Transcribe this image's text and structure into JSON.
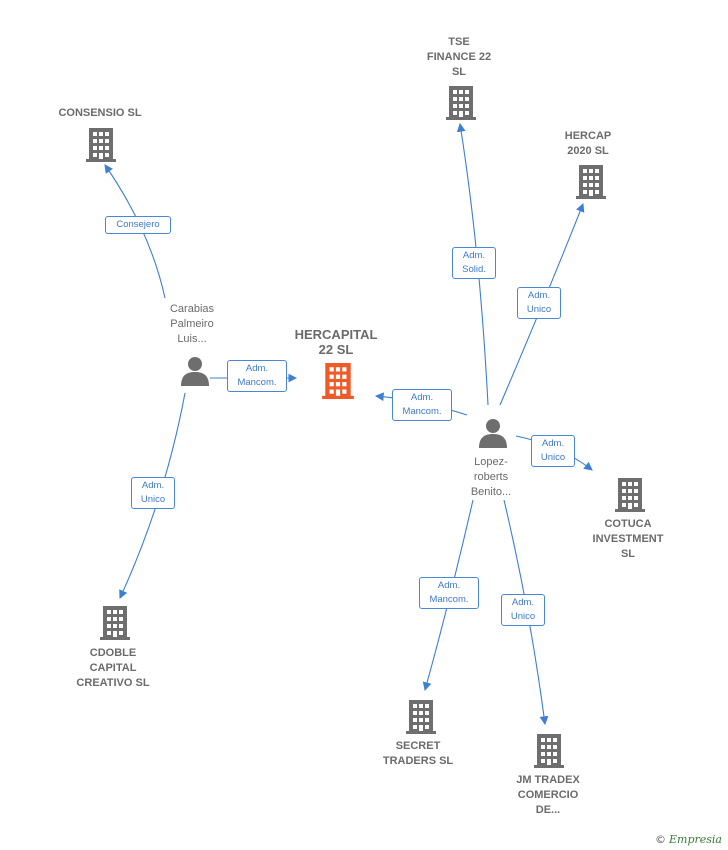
{
  "center": {
    "label": [
      "HERCAPITAL",
      "22  SL"
    ]
  },
  "companies": {
    "consensio": [
      "CONSENSIO SL"
    ],
    "tse": [
      "TSE",
      "FINANCE 22",
      "SL"
    ],
    "hercap": [
      "HERCAP",
      "2020  SL"
    ],
    "cotuca": [
      "COTUCA",
      "INVESTMENT",
      "SL"
    ],
    "cdoble": [
      "CDOBLE",
      "CAPITAL",
      "CREATIVO  SL"
    ],
    "secret": [
      "SECRET",
      "TRADERS  SL"
    ],
    "jm": [
      "JM TRADEX",
      "COMERCIO",
      "DE..."
    ]
  },
  "persons": {
    "carabias": [
      "Carabias",
      "Palmeiro",
      "Luis..."
    ],
    "lopez": [
      "Lopez-",
      "roberts",
      "Benito..."
    ]
  },
  "relations": {
    "consejero": [
      "Consejero"
    ],
    "carabias_herc": [
      "Adm.",
      "Mancom."
    ],
    "carabias_cdoble": [
      "Adm.",
      "Unico"
    ],
    "lopez_herc": [
      "Adm.",
      "Mancom."
    ],
    "lopez_tse": [
      "Adm.",
      "Solid."
    ],
    "lopez_hercap": [
      "Adm.",
      "Unico"
    ],
    "lopez_cotuca": [
      "Adm.",
      "Unico"
    ],
    "lopez_secret": [
      "Adm.",
      "Mancom."
    ],
    "lopez_jm": [
      "Adm.",
      "Unico"
    ]
  },
  "colors": {
    "edge": "#3d7fd1",
    "building": "#6e6e6e",
    "center_building": "#f05a28",
    "person": "#6e6e6e"
  },
  "brand": {
    "symbol": "©",
    "name": "Empresia"
  }
}
